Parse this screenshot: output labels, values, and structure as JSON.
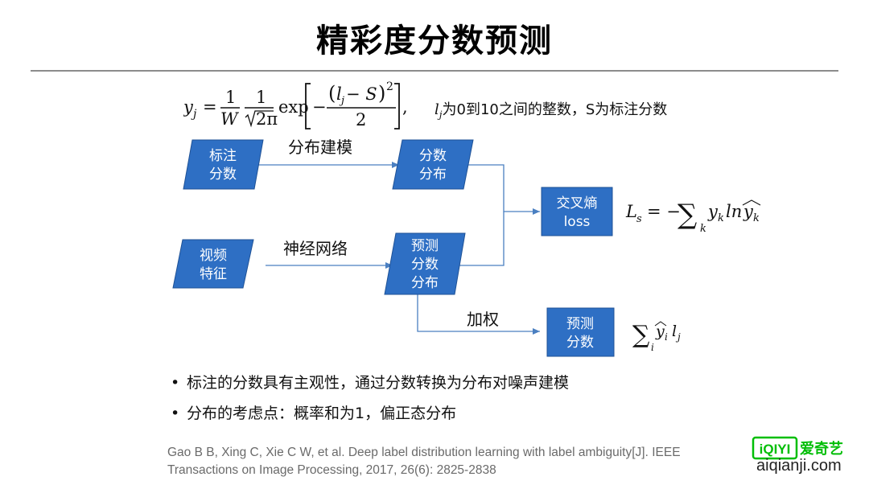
{
  "title": "精彩度分数预测",
  "formula_top": {
    "lhs": "y",
    "lhs_sub": "j",
    "one": "1",
    "W": "W",
    "sqrt2pi": "2π",
    "exp": "exp",
    "l": "l",
    "l_sub": "j",
    "minus_S": " − S",
    "power": "2",
    "denom2": "2",
    "condition_var": "l",
    "condition_var_sub": "j",
    "condition_text": "为0到10之间的整数，S为标注分数"
  },
  "diagram": {
    "nodes": {
      "label_scores": [
        "标注",
        "分数"
      ],
      "dist": [
        "分数",
        "分布"
      ],
      "video_feat": [
        "视频",
        "特征"
      ],
      "pred_dist": [
        "预测",
        "分数",
        "分布"
      ],
      "cross_entropy": [
        "交叉熵",
        "loss"
      ],
      "pred_scores": [
        "预测",
        "分数"
      ]
    },
    "edges": {
      "distribution_modeling": "分布建模",
      "neural_net": "神经网络",
      "weighting": "加权"
    },
    "loss_formula": {
      "lhs": "L",
      "lhs_sub": "s",
      "eq": "= −",
      "sum": "∑",
      "sum_sub": "k",
      "y": "y",
      "y_sub": "k",
      "ln": "ln",
      "yhat": "y",
      "yhat_sub": "k"
    },
    "pred_formula": {
      "sum": "∑",
      "sum_sub": "i",
      "yhat": "y",
      "yhat_sub": "i",
      "l": "l",
      "l_sub": "j"
    }
  },
  "bullets": [
    "标注的分数具有主观性，通过分数转换为分布对噪声建模",
    "分布的考虑点：概率和为1，偏正态分布"
  ],
  "reference": {
    "line1": "Gao B B, Xing C, Xie C W, et al. Deep label distribution learning with label ambiguity[J]. IEEE",
    "line2": "Transactions on Image Processing, 2017, 26(6): 2825-2838"
  },
  "logo": {
    "brand": "iQIYI",
    "name": "爱奇艺"
  },
  "watermark": "aiqianji.com",
  "colors": {
    "box_fill": "#2e6fc4",
    "box_stroke": "#1f5296",
    "arrow": "#4a7fc1",
    "logo_green": "#00be06"
  }
}
